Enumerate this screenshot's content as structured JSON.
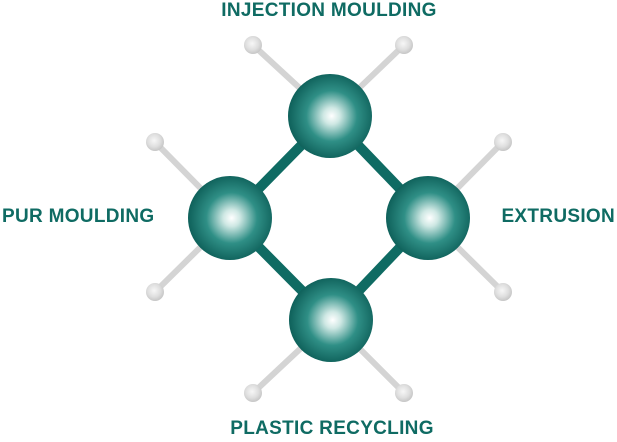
{
  "colors": {
    "label": "#0f6b63",
    "node_core": "#ffffff",
    "node_mid": "#2f8f86",
    "node_edge": "#0a5a54",
    "bond": "#0f6b63",
    "satellite_bond": "#d4d4d4",
    "satellite_light": "#f7f7f7",
    "satellite_dark": "#c4c4c4"
  },
  "labels": {
    "top": "INJECTION MOULDING",
    "left": "PUR MOULDING",
    "right": "EXTRUSION",
    "bottom": "PLASTIC RECYCLING"
  }
}
